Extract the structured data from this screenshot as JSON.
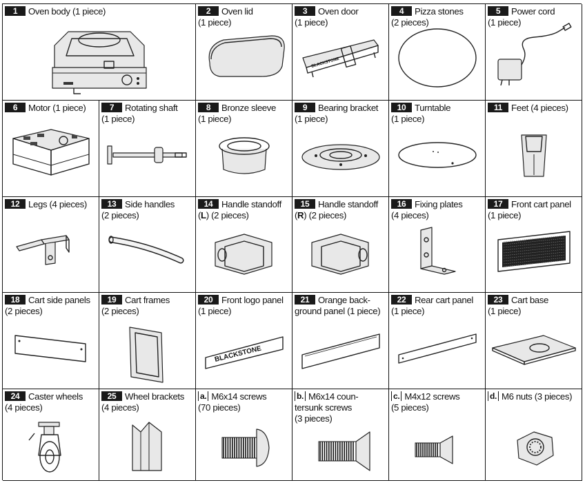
{
  "parts": [
    {
      "badge": "1",
      "text": "Oven body (1 piece)",
      "icon": "oven-body-icon"
    },
    {
      "badge": "2",
      "text": "Oven lid\n(1 piece)",
      "icon": "oven-lid-icon"
    },
    {
      "badge": "3",
      "text": "Oven door\n(1 piece)",
      "icon": "oven-door-icon"
    },
    {
      "badge": "4",
      "text": "Pizza stones\n(2 pieces)",
      "icon": "pizza-stone-icon"
    },
    {
      "badge": "5",
      "text": "Power cord\n(1 piece)",
      "icon": "power-cord-icon"
    },
    {
      "badge": "6",
      "text": "Motor (1 piece)",
      "icon": "motor-icon"
    },
    {
      "badge": "7",
      "text": "Rotating shaft\n(1 piece)",
      "icon": "rotating-shaft-icon"
    },
    {
      "badge": "8",
      "text": "Bronze sleeve\n(1 piece)",
      "icon": "bronze-sleeve-icon"
    },
    {
      "badge": "9",
      "text": "Bearing bracket\n(1 piece)",
      "icon": "bearing-bracket-icon"
    },
    {
      "badge": "10",
      "text": "Turntable\n(1 piece)",
      "icon": "turntable-icon"
    },
    {
      "badge": "11",
      "text": "Feet (4 pieces)",
      "icon": "foot-icon"
    },
    {
      "badge": "12",
      "text": "Legs (4 pieces)",
      "icon": "leg-icon"
    },
    {
      "badge": "13",
      "text": "Side handles\n(2 pieces)",
      "icon": "side-handle-icon"
    },
    {
      "badge": "14",
      "text": "Handle standoff\n(L) (2 pieces)",
      "bold": "L",
      "icon": "handle-standoff-left-icon"
    },
    {
      "badge": "15",
      "text": "Handle standoff\n(R) (2 pieces)",
      "bold": "R",
      "icon": "handle-standoff-right-icon"
    },
    {
      "badge": "16",
      "text": "Fixing plates\n(4 pieces)",
      "icon": "fixing-plate-icon"
    },
    {
      "badge": "17",
      "text": "Front cart panel\n(1 piece)",
      "icon": "front-cart-panel-icon"
    },
    {
      "badge": "18",
      "text": "Cart side panels\n(2 pieces)",
      "icon": "cart-side-panel-icon"
    },
    {
      "badge": "19",
      "text": "Cart frames\n(2 pieces)",
      "icon": "cart-frame-icon"
    },
    {
      "badge": "20",
      "text": "Front logo panel\n(1 piece)",
      "icon": "front-logo-panel-icon",
      "logo": "BLACKSTONE"
    },
    {
      "badge": "21",
      "text": "Orange back-\nground panel (1 piece)",
      "icon": "orange-background-panel-icon"
    },
    {
      "badge": "22",
      "text": "Rear cart panel\n(1 piece)",
      "icon": "rear-cart-panel-icon"
    },
    {
      "badge": "23",
      "text": "Cart base\n(1 piece)",
      "icon": "cart-base-icon"
    },
    {
      "badge": "24",
      "text": "Caster wheels\n(4 pieces)",
      "icon": "caster-wheel-icon"
    },
    {
      "badge": "25",
      "text": "Wheel brackets\n(4 pieces)",
      "icon": "wheel-bracket-icon"
    },
    {
      "badge": "a.",
      "text": "M6x14 screws\n(70 pieces)",
      "icon": "m6x14-screw-icon",
      "open": true
    },
    {
      "badge": "b.",
      "text": "M6x14 coun-\ntersunk screws\n(3 pieces)",
      "icon": "countersunk-screw-icon",
      "open": true
    },
    {
      "badge": "c.",
      "text": "M4x12 screws\n(5 pieces)",
      "icon": "m4x12-screw-icon",
      "open": true
    },
    {
      "badge": "d.",
      "text": "M6 nuts (3 pieces)",
      "icon": "m6-nut-icon",
      "open": true
    }
  ]
}
